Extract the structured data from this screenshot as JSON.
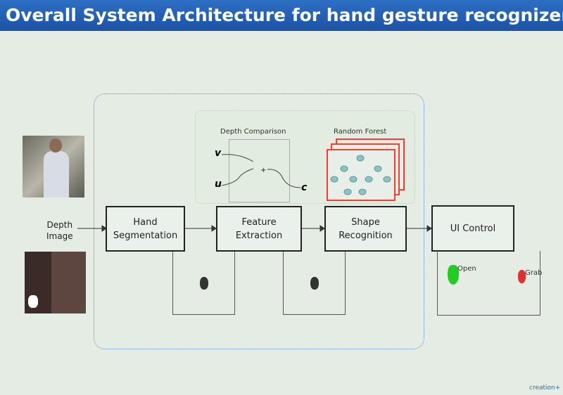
{
  "slide": {
    "title": "Overall System Architecture for hand gesture recognizer",
    "brand": "creation+"
  },
  "input": {
    "label_line1": "Depth",
    "label_line2": "Image"
  },
  "features": {
    "depth_comparison": "Depth Comparison",
    "random_forest": "Random Forest",
    "var_v": "v",
    "var_u": "u",
    "var_c": "c"
  },
  "pipeline": [
    {
      "line1": "Hand",
      "line2": "Segmentation"
    },
    {
      "line1": "Feature",
      "line2": "Extraction"
    },
    {
      "line1": "Shape",
      "line2": "Recognition"
    },
    {
      "line1": "UI Control",
      "line2": ""
    }
  ],
  "ui_output": {
    "open": "Open",
    "grab": "Grab"
  },
  "colors": {
    "title_bar": "#1f5cb0",
    "open": "#22cc22",
    "grab": "#e03030",
    "forest": "#ff3b2b"
  }
}
